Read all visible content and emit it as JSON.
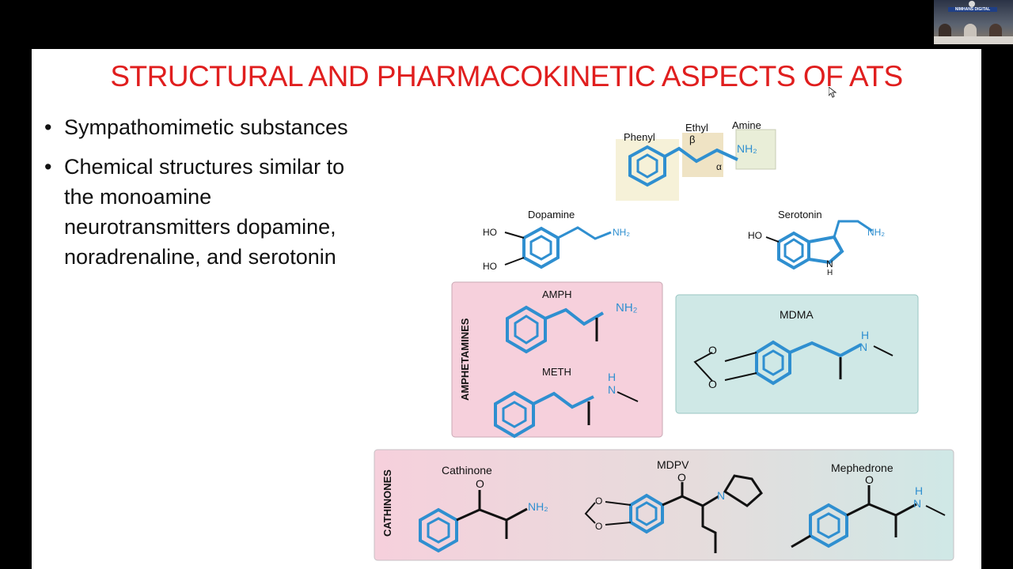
{
  "webcam": {
    "banner": "NIMHANS DIGITAL ACADEMY"
  },
  "slide": {
    "title": "STRUCTURAL AND PHARMACOKINETIC ASPECTS OF ATS",
    "bullets": [
      "Sympathomimetic substances",
      "Chemical structures similar to the monoamine neurotransmitters dopamine, noradrenaline, and serotonin"
    ]
  },
  "figure": {
    "template": {
      "phenyl": "Phenyl",
      "ethyl": "Ethyl",
      "beta": "β",
      "alpha": "α",
      "amine": "Amine",
      "nh2": "NH₂"
    },
    "dopamine": {
      "name": "Dopamine",
      "ho1": "HO",
      "ho2": "HO",
      "nh2": "NH₂"
    },
    "serotonin": {
      "name": "Serotonin",
      "ho": "HO",
      "nh2": "NH₂",
      "nh_ring": "N",
      "h": "H"
    },
    "amphetamines": {
      "group_label": "AMPHETAMINES",
      "amph": "AMPH",
      "amph_nh2": "NH₂",
      "meth": "METH",
      "meth_h": "H",
      "meth_n": "N"
    },
    "mdma": {
      "name": "MDMA",
      "h": "H",
      "n": "N",
      "o1": "O",
      "o2": "O"
    },
    "cathinones": {
      "group_label": "CATHINONES",
      "cathinone": "Cathinone",
      "cath_o": "O",
      "cath_nh2": "NH₂",
      "mdpv": "MDPV",
      "mdpv_o": "O",
      "mdpv_n": "N",
      "mdpv_o1": "O",
      "mdpv_o2": "O",
      "mephedrone": "Mephedrone",
      "meph_o": "O",
      "meph_h": "H",
      "meph_n": "N"
    }
  },
  "colors": {
    "title": "#e01e1e",
    "bond_blue": "#2f8fd0",
    "amph_box": "#f6d0dc",
    "mdma_box": "#cfe8e6",
    "phenyl_hl": "#f6f1d8",
    "ethyl_hl": "#efe3c4",
    "amine_hl": "#e9eed8"
  },
  "icons": [
    "mouse-cursor-icon"
  ]
}
